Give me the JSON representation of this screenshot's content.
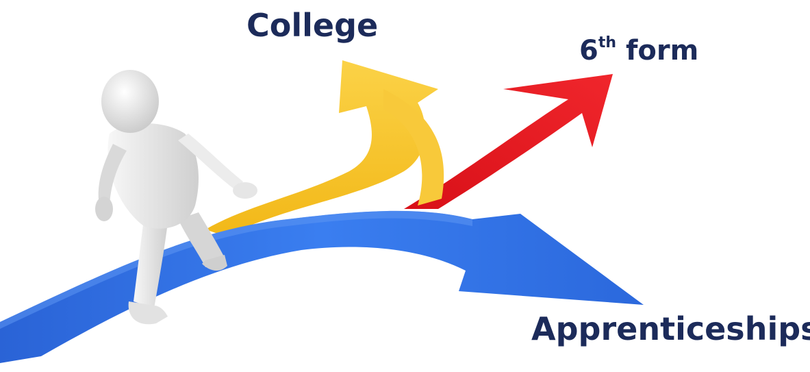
{
  "labels": {
    "college": "College",
    "sixth_form_number": "6",
    "sixth_form_suffix": "th",
    "sixth_form_word": " form",
    "apprenticeships": "Apprenticeships"
  },
  "colors": {
    "label_text": "#1c2b5a",
    "blue_arrow": "#2f6fe0",
    "yellow_arrow": "#f6c325",
    "red_arrow": "#e8141c",
    "figure": "#e9e9e9"
  }
}
